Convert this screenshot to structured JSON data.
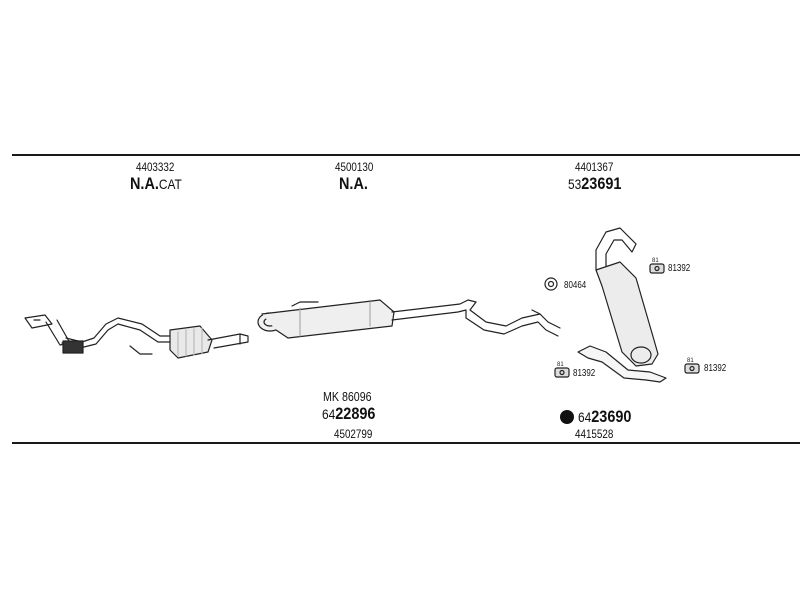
{
  "top_parts": [
    {
      "ref": "4403332",
      "label": "N.A.",
      "suffix": "CAT"
    },
    {
      "ref": "4500130",
      "label": "N.A."
    },
    {
      "ref": "4401367",
      "prefix": "53",
      "number": "23691"
    }
  ],
  "bottom_parts": [
    {
      "kit": "MK 86096",
      "prefix": "64",
      "number": "22896",
      "ref": "4502799"
    },
    {
      "prefix": "64",
      "number": "23690",
      "ref": "4415528"
    }
  ],
  "hardware": {
    "ring_top": "80464",
    "hanger_top_right": "81392",
    "hanger_bottom_left": "81392",
    "hanger_bottom_right": "81392",
    "hanger_mark": "81"
  }
}
